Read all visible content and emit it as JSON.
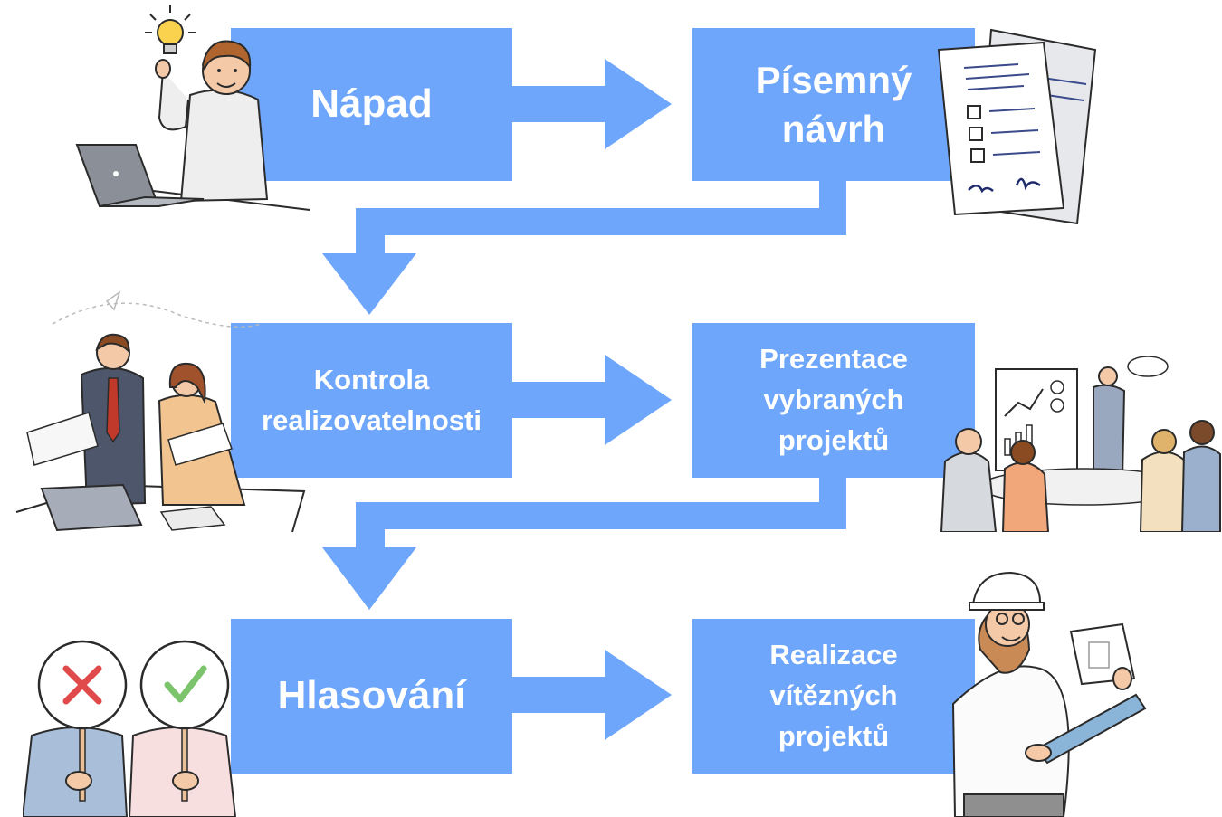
{
  "colors": {
    "accent": "#6ea6fb",
    "ink": "#2b2b2b",
    "skin": "#f3c9a8",
    "paper": "#ffffff"
  },
  "steps": [
    {
      "id": "napad",
      "label": "Nápad"
    },
    {
      "id": "pisemny-navrh",
      "label": "Písemný\nnávrh"
    },
    {
      "id": "kontrola",
      "label": "Kontrola\nrealizovatelnosti"
    },
    {
      "id": "prezentace",
      "label": "Prezentace\nvybraných\nprojektů"
    },
    {
      "id": "hlasovani",
      "label": "Hlasování"
    },
    {
      "id": "realizace",
      "label": "Realizace\nvítězných\nprojektů"
    }
  ],
  "illustrations": [
    {
      "name": "idea-person-laptop-illustration",
      "icon": "lightbulb-icon"
    },
    {
      "name": "written-proposal-documents-illustration",
      "icon": "document-icon"
    },
    {
      "name": "feasibility-review-team-illustration",
      "icon": "team-icon"
    },
    {
      "name": "presentation-meeting-illustration",
      "icon": "whiteboard-icon"
    },
    {
      "name": "voting-signs-illustration",
      "icon": "vote-icon"
    },
    {
      "name": "engineer-with-plans-illustration",
      "icon": "hardhat-icon"
    }
  ]
}
